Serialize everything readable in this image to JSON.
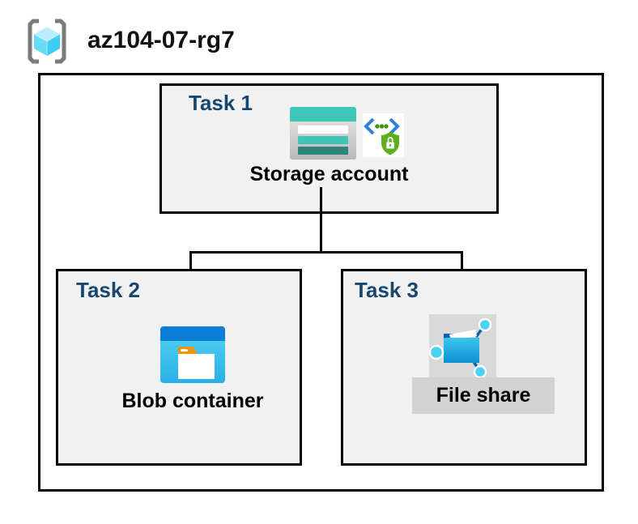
{
  "header": {
    "title": "az104-07-rg7",
    "icon": "resource-group-icon"
  },
  "tasks": [
    {
      "label": "Task 1",
      "resource_label": "Storage account",
      "icons": [
        "storage-account-icon",
        "secure-transfer-icon"
      ]
    },
    {
      "label": "Task 2",
      "resource_label": "Blob container",
      "icons": [
        "blob-container-icon"
      ]
    },
    {
      "label": "Task 3",
      "resource_label": "File share",
      "icons": [
        "file-share-icon"
      ]
    }
  ],
  "connections": [
    {
      "from": "Storage account",
      "to": "Blob container"
    },
    {
      "from": "Storage account",
      "to": "File share"
    }
  ],
  "colors": {
    "task_title": "#17466e",
    "box_fill": "#f1f1f1",
    "border": "#000000",
    "storage_teal": "#3ec6b7",
    "storage_teal_dark": "#2b8579",
    "blob_header_blue": "#0d7ed8",
    "blob_body_cyan": "#3ac8ef",
    "tab_orange": "#f2930d",
    "shield_green": "#5fae1e",
    "chevron_blue": "#2f7fd6",
    "node_cyan": "#48d2f6",
    "connector_navy": "#0b63ad",
    "cube_cyan_light": "#b9edfb",
    "cube_cyan_mid": "#67daf6",
    "cube_cyan_dark": "#3ecdf3",
    "bracket_gray": "#7a7a7a",
    "icon_highlight_gray": "#d9d9d9",
    "label_highlight_gray": "#d2d2d2"
  }
}
